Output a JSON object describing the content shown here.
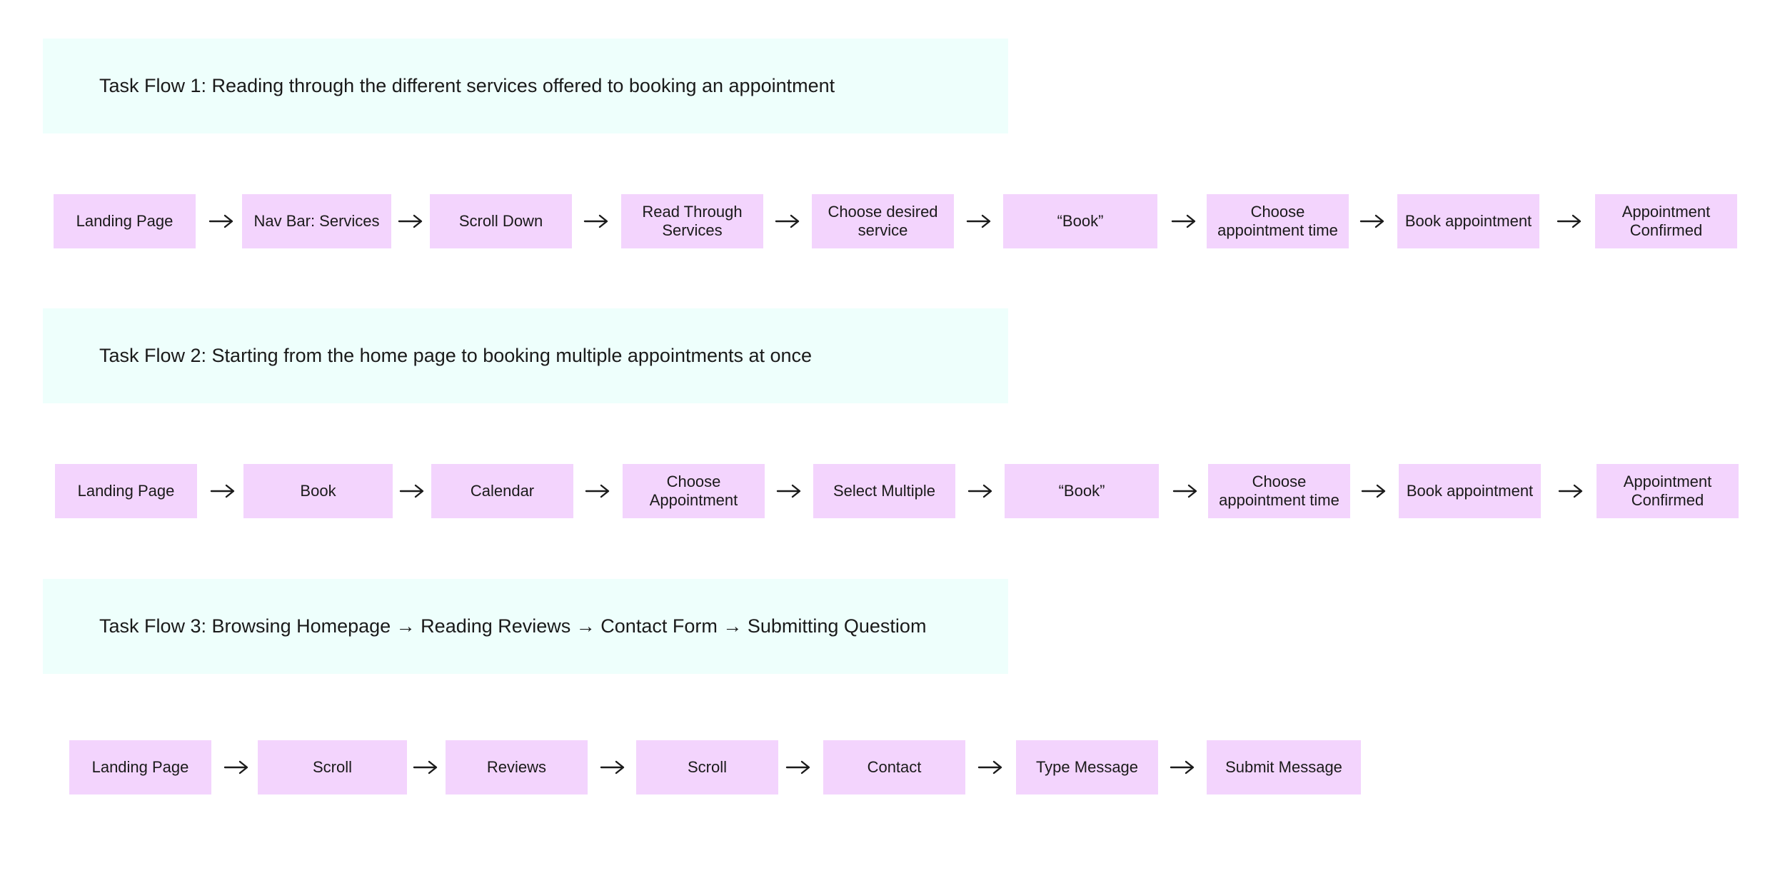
{
  "colors": {
    "header_background": "#eefffc",
    "step_background": "#f3d4fd",
    "text": "#1a1a1a"
  },
  "arrow_icon": "right-arrow-icon",
  "flows": [
    {
      "title": "Task Flow 1: Reading through the different services offered to booking an appointment",
      "steps": [
        "Landing Page",
        "Nav Bar: Services",
        "Scroll Down",
        "Read Through\nServices",
        "Choose desired\nservice",
        "“Book”",
        "Choose\nappointment time",
        "Book appointment",
        "Appointment\nConfirmed"
      ]
    },
    {
      "title": "Task Flow 2: Starting from the home page to booking multiple appointments at once",
      "steps": [
        "Landing Page",
        "Book",
        "Calendar",
        "Choose\nAppointment",
        "Select Multiple",
        "“Book”",
        "Choose\nappointment time",
        "Book appointment",
        "Appointment\nConfirmed"
      ]
    },
    {
      "title": "Task Flow 3: Browsing Homepage → Reading Reviews → Contact Form → Submitting Questiom",
      "steps": [
        "Landing Page",
        "Scroll",
        "Reviews",
        "Scroll",
        "Contact",
        "Type Message",
        "Submit Message"
      ]
    }
  ]
}
